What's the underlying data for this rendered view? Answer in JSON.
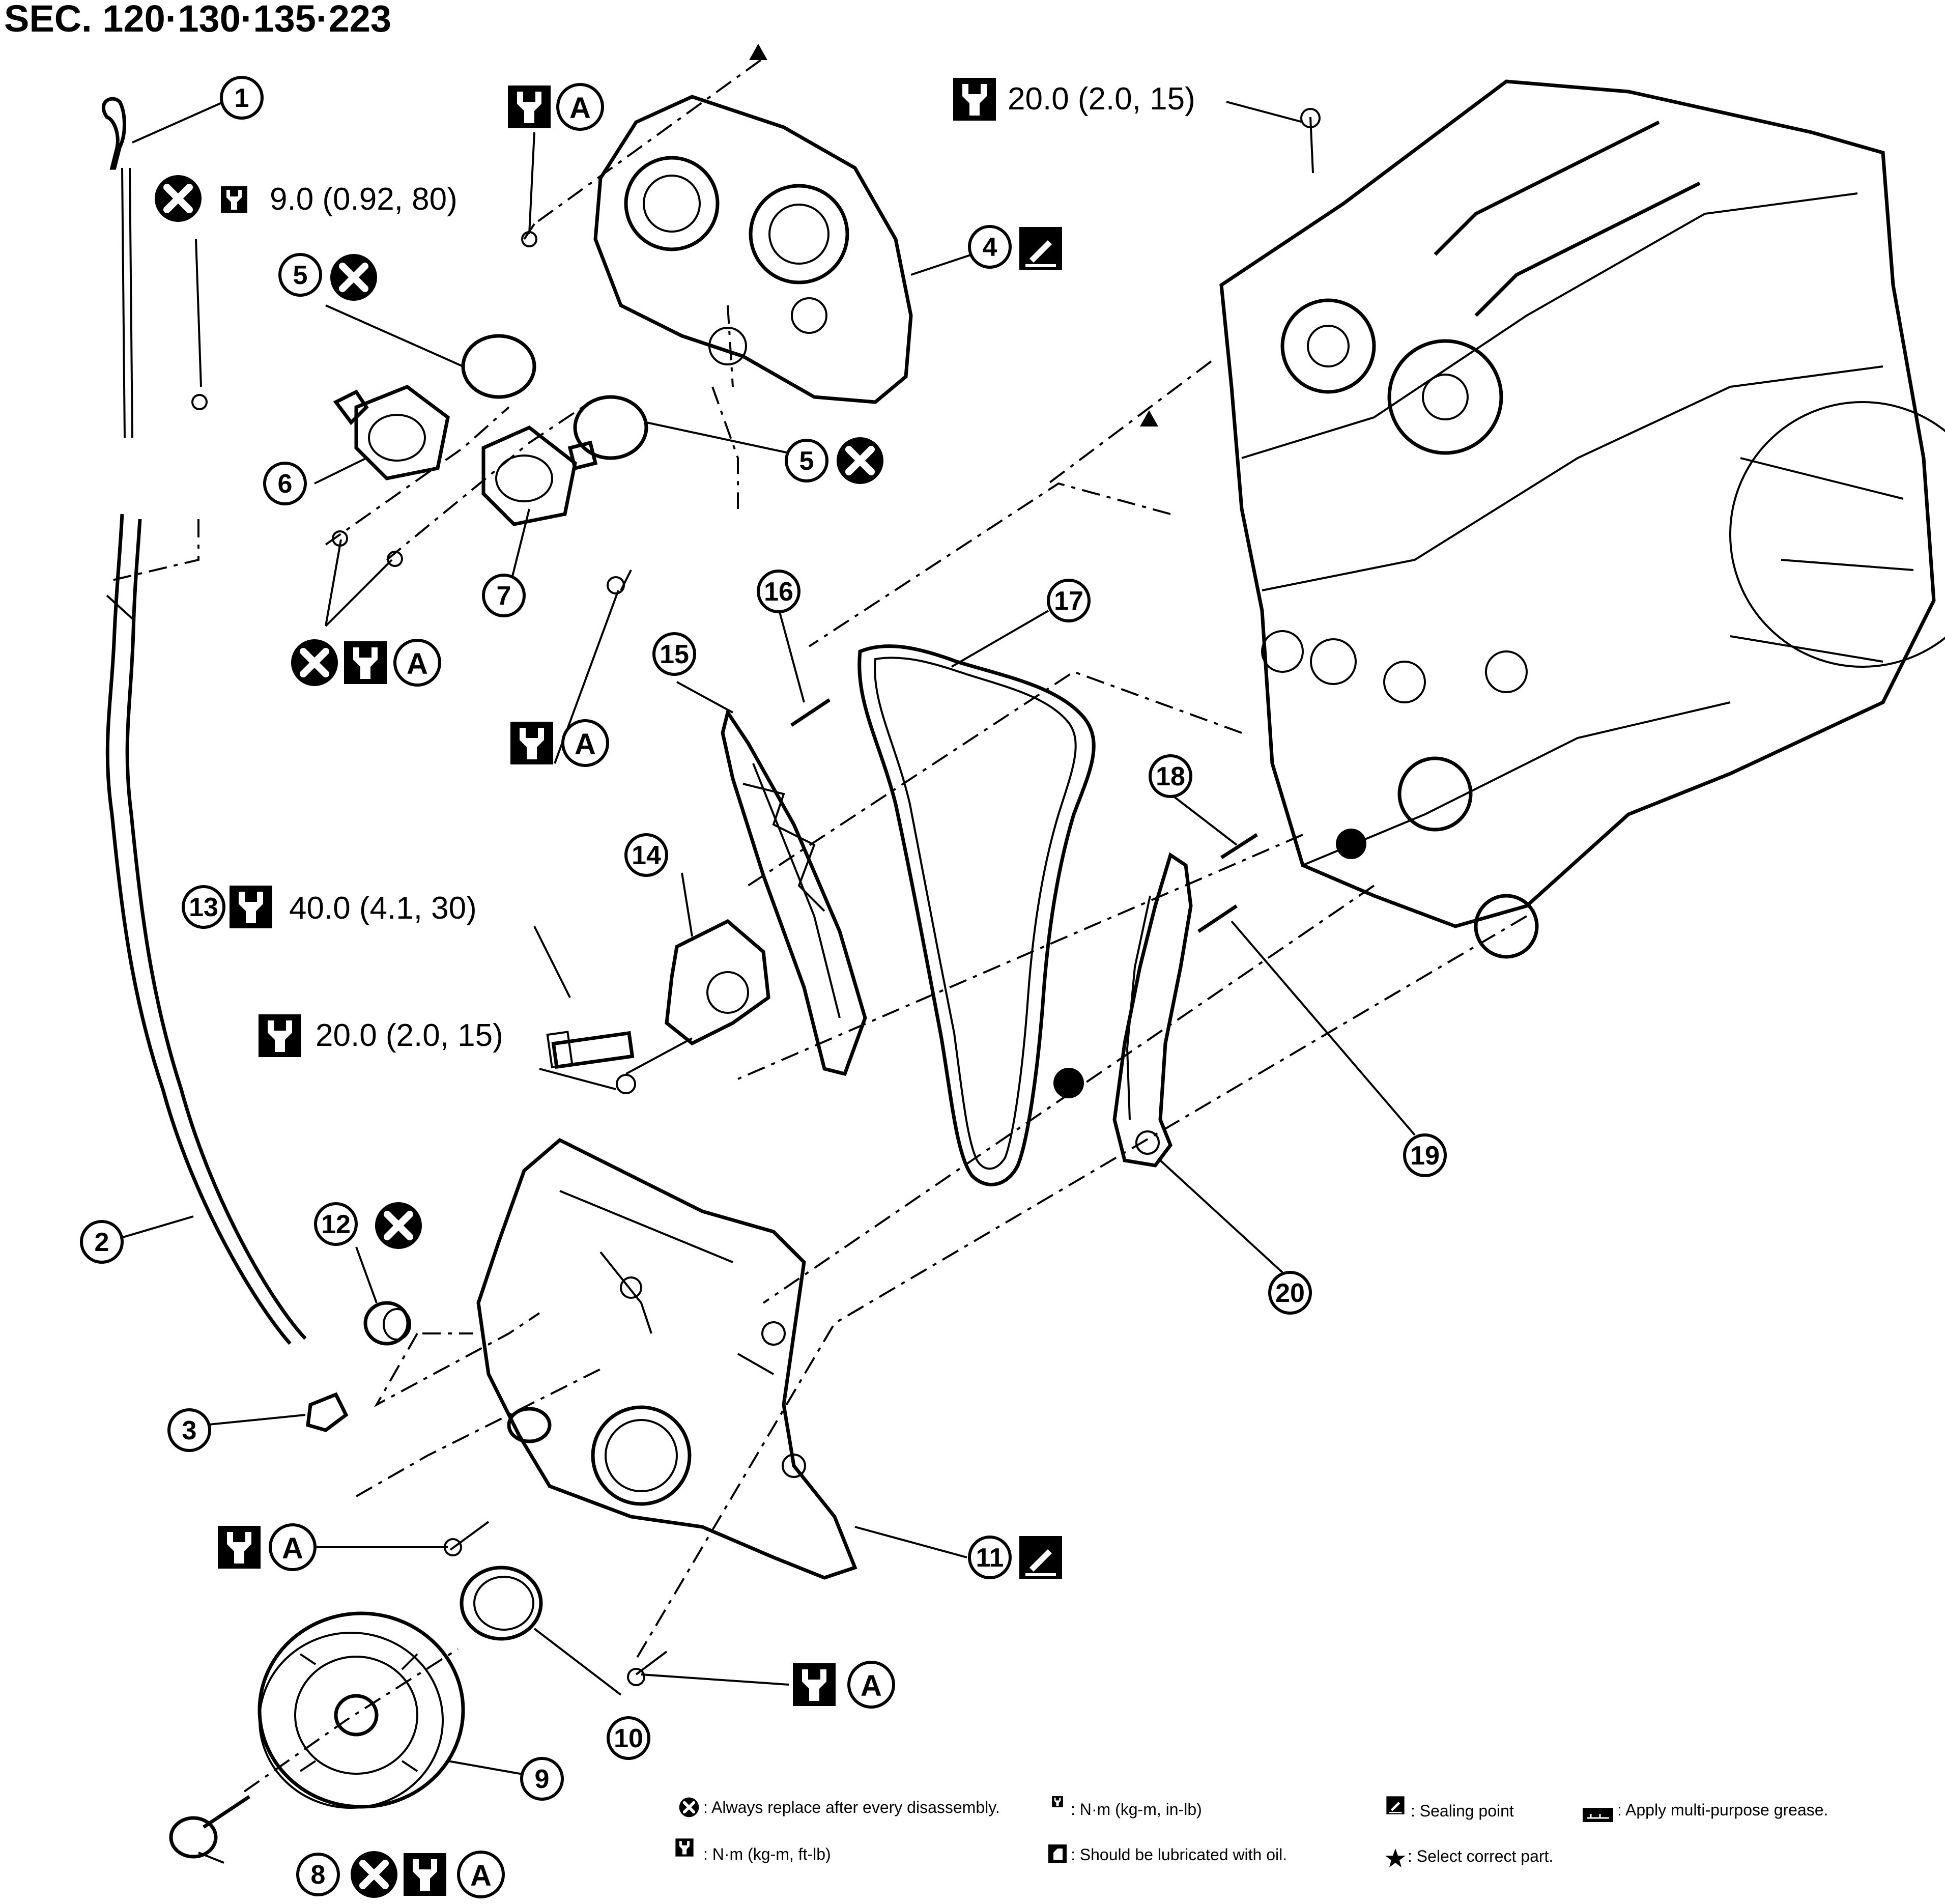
{
  "section_title": "SEC. 120·130·135·223",
  "part_numbers": [
    "1",
    "2",
    "3",
    "4",
    "5",
    "5",
    "6",
    "7",
    "8",
    "9",
    "10",
    "11",
    "12",
    "13",
    "14",
    "15",
    "16",
    "17",
    "18",
    "19",
    "20"
  ],
  "tightening_specs": {
    "dipstick_bolt": "9.0 (0.92, 80)",
    "camshaft_bolt": "20.0 (2.0, 15)",
    "tensioner_plug": "40.0 (4.1, 30)",
    "tensioner_bolt": "20.0 (2.0, 15)"
  },
  "sequence_label": "A",
  "legend": {
    "replace": ": Always replace after every disassembly.",
    "nm_kgm_inlb": ": N·m (kg-m, in-lb)",
    "sealing": ": Sealing point",
    "grease": ": Apply multi-purpose grease.",
    "nm_kgm_ftlb": ": N·m (kg-m, ft-lb)",
    "lubricate": ": Should be lubricated with oil.",
    "select": ": Select correct part."
  },
  "icons": [
    "replace-x-icon",
    "torque-wrench-icon",
    "sealing-point-icon",
    "grease-icon",
    "oil-can-icon",
    "star-icon",
    "triangle-marker-icon",
    "dot-marker-icon"
  ]
}
